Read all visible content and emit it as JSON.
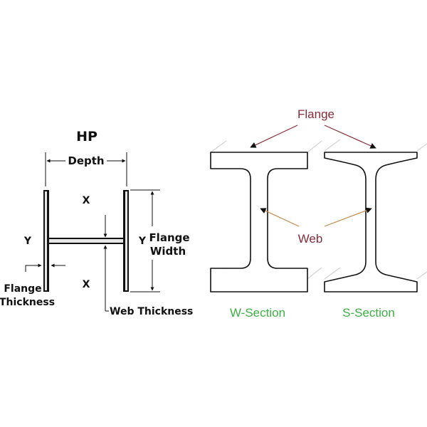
{
  "hp": {
    "title": "HP",
    "depth": "Depth",
    "x_top": "X",
    "x_bottom": "X",
    "y_left": "Y",
    "y_right": "Y",
    "flange_width_1": "Flange",
    "flange_width_2": "Width",
    "flange_thickness_1": "Flange",
    "flange_thickness_2": "Thickness",
    "web_thickness": "Web Thickness"
  },
  "sections": {
    "flange": "Flange",
    "web": "Web",
    "w_section": "W-Section",
    "s_section": "S-Section"
  },
  "colors": {
    "flange_label": "#8a2b3a",
    "web_label": "#8a2b3a",
    "caption": "#3cb043",
    "web_arrow": "#c98a4b",
    "outline": "#111111"
  }
}
